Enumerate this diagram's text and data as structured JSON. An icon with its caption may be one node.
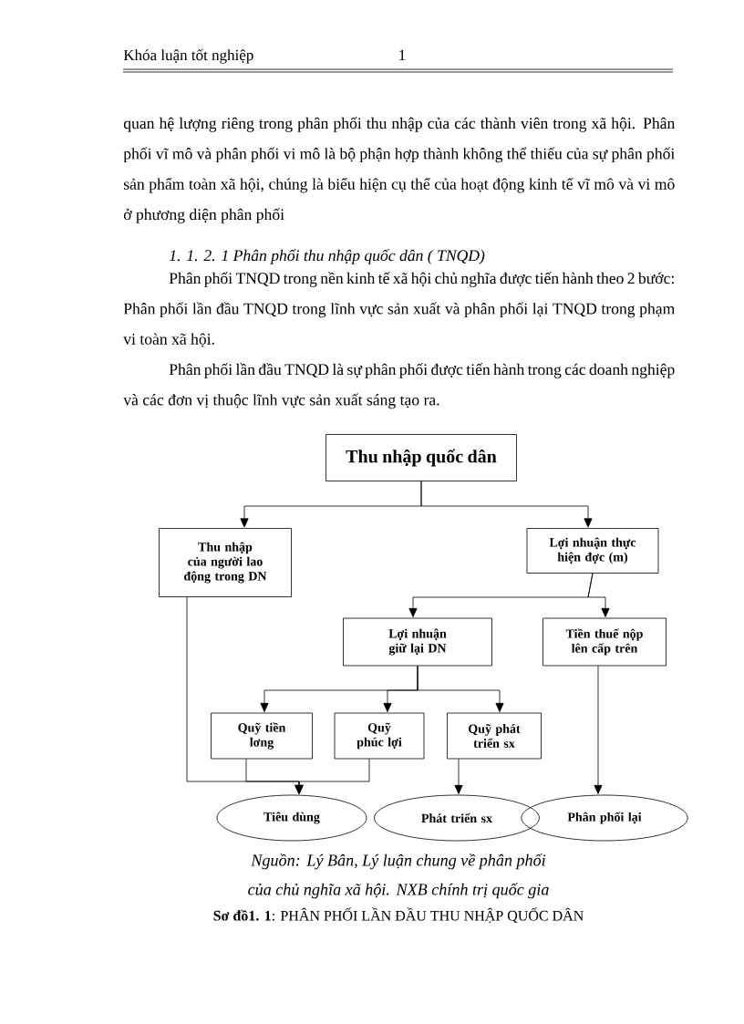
{
  "diagram": {
    "caption": "**Sơ đồ1. 1**: PHÂN PHỐI LẦN ĐẦU THU NHẬP QUỐC DÂN",
    "nodes": [
      {
        "text": [
          "Thu nhập quốc dân"
        ]
      },
      {
        "text": [
          "Thu nhập của người lao động trong DN"
        ]
      },
      {
        "text": [
          "Lợi nhuận thực hiện đợc (m)"
        ]
      },
      {
        "text": [
          "Lợi nhuận giữ lại DN"
        ]
      },
      {
        "text": [
          "Tiền thuế nộp lên cấp trên"
        ]
      },
      {
        "text": [
          "Quỹ tiền lơng"
        ]
      },
      {
        "text": [
          "Quỹ phúc lợi"
        ]
      },
      {
        "text": [
          "Quỹ phát triển sx"
        ]
      },
      {
        "text": [
          "Tiêu dùng"
        ]
      },
      {
        "text": [
          "Phát triển sx"
        ]
      },
      {
        "text": [
          "Phân phối lại"
        ]
      }
    ],
    "edges": [
      {
        "from": 0,
        "to": 1,
        "arrow": "to"
      },
      {
        "from": 0,
        "to": 2,
        "arrow": "to"
      },
      {
        "from": 2,
        "to": 3,
        "arrow": "to"
      },
      {
        "from": 2,
        "to": 4,
        "arrow": "to"
      },
      {
        "from": 3,
        "to": 5,
        "arrow": "to"
      },
      {
        "from": 3,
        "to": 6,
        "arrow": "to"
      },
      {
        "from": 3,
        "to": 7,
        "arrow": "to"
      },
      {
        "from": 1,
        "to": 8,
        "arrow": "to"
      },
      {
        "from": 5,
        "to": 8,
        "arrow": "to"
      },
      {
        "from": 6,
        "to": 8,
        "arrow": "to"
      },
      {
        "from": 7,
        "to": 9,
        "arrow": "to"
      },
      {
        "from": 4,
        "to": 10,
        "arrow": "to"
      }
    ],
    "labels": [
      "Khóa luận tốt nghiệp",
      "1",
      "quan hệ lượng riêng trong phân phối thu nhập của các thành viên trong xã hội. Phân phối vĩ mô và phân phối vi mô là bộ phận hợp thành không thể thiếu của sự phân phối sản phẩm toàn xã hội, chúng là biểu hiện cụ thể của hoạt động kinh tế vĩ mô và vi mô ở phương diện phân phối",
      "1. 1. 2. 1 Phân phối thu nhập quốc dân ( TNQD)",
      "Phân phối TNQD trong nền kinh tế xã hội chủ nghĩa được tiến hành theo 2 bước: Phân phối lần đầu TNQD trong lĩnh vực sản xuất và phân phối lại TNQD trong phạm vi toàn xã hội.",
      "Phân phối lần đầu TNQD là sự phân phối được tiến hành trong các doanh nghiệp và các đơn vị thuộc lĩnh vực sản xuất sáng tạo ra.",
      "Nguồn: Lý Bân, Lý luận chung về phân phối của chủ nghĩa xã hội. NXB chính trị quốc gia"
    ]
  }
}
